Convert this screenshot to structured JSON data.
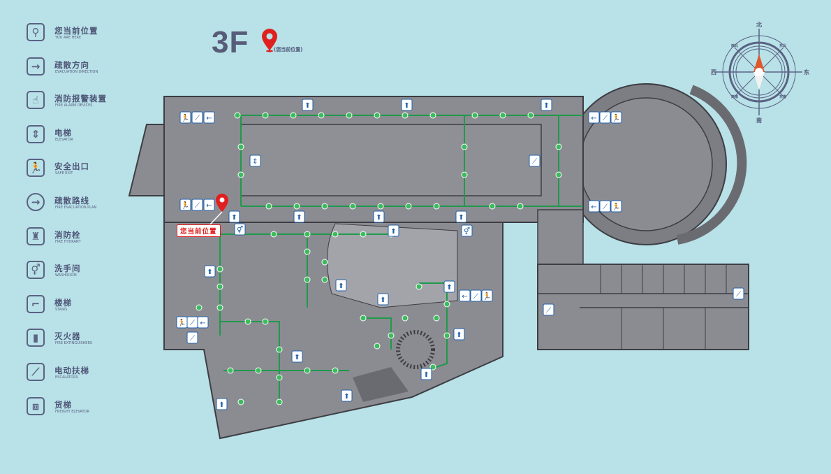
{
  "legend": [
    {
      "icon": "location-pin-icon",
      "cn": "您当前位置",
      "en": "YOU ARE HERE"
    },
    {
      "icon": "arrow-right-icon",
      "cn": "疏散方向",
      "en": "EVACUATION DIRECTION"
    },
    {
      "icon": "fire-alarm-icon",
      "cn": "消防报警装置",
      "en": "FIRE ALARM DEVICES"
    },
    {
      "icon": "elevator-icon",
      "cn": "电梯",
      "en": "ELEVATOR"
    },
    {
      "icon": "running-man-icon",
      "cn": "安全出口",
      "en": "SAFE EXIT"
    },
    {
      "icon": "circle-arrow-icon",
      "cn": "疏散路线",
      "en": "FIRE EVACUATION PLAN"
    },
    {
      "icon": "fire-hydrant-icon",
      "cn": "消防栓",
      "en": "FIRE HYDRANT"
    },
    {
      "icon": "washroom-icon",
      "cn": "洗手间",
      "en": "WASHROOM"
    },
    {
      "icon": "stairs-icon",
      "cn": "楼梯",
      "en": "STAIRS"
    },
    {
      "icon": "fire-extinguisher-icon",
      "cn": "灭火器",
      "en": "FIRE EXTINGUISHERS"
    },
    {
      "icon": "escalator-icon",
      "cn": "电动扶梯",
      "en": "ESCALATORS"
    },
    {
      "icon": "freight-elevator-icon",
      "cn": "货梯",
      "en": "FREIGHT ELEVATOR"
    }
  ],
  "floor": {
    "label": "3F",
    "sub": "(您当前位置)"
  },
  "you_are_here": "您当前位置",
  "compass": {
    "n": "北",
    "s": "南",
    "e": "东",
    "w": "西",
    "ne": "东北",
    "nw": "西北",
    "se": "东南",
    "sw": "西南"
  },
  "colors": {
    "background": "#b8e1e8",
    "building": "#8b8c92",
    "route": "#1e9a4a",
    "exit_sign": "#1f5fa8",
    "pin": "#e0201e",
    "legend": "#5b6283"
  }
}
